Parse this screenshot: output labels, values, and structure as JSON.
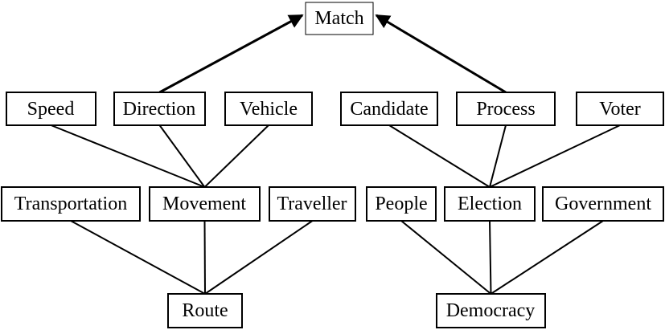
{
  "nodes": {
    "match": "Match",
    "speed": "Speed",
    "direction": "Direction",
    "vehicle": "Vehicle",
    "candidate": "Candidate",
    "process": "Process",
    "voter": "Voter",
    "transportation": "Transportation",
    "movement": "Movement",
    "traveller": "Traveller",
    "people": "People",
    "election": "Election",
    "government": "Government",
    "route": "Route",
    "democracy": "Democracy"
  },
  "edges": [
    {
      "from": "direction",
      "to": "match",
      "arrow": true
    },
    {
      "from": "process",
      "to": "match",
      "arrow": true
    },
    {
      "from": "speed",
      "to": "movement"
    },
    {
      "from": "direction",
      "to": "movement"
    },
    {
      "from": "vehicle",
      "to": "movement"
    },
    {
      "from": "candidate",
      "to": "election"
    },
    {
      "from": "process",
      "to": "election"
    },
    {
      "from": "voter",
      "to": "election"
    },
    {
      "from": "transportation",
      "to": "route"
    },
    {
      "from": "movement",
      "to": "route"
    },
    {
      "from": "traveller",
      "to": "route"
    },
    {
      "from": "people",
      "to": "democracy"
    },
    {
      "from": "election",
      "to": "democracy"
    },
    {
      "from": "government",
      "to": "democracy"
    }
  ]
}
